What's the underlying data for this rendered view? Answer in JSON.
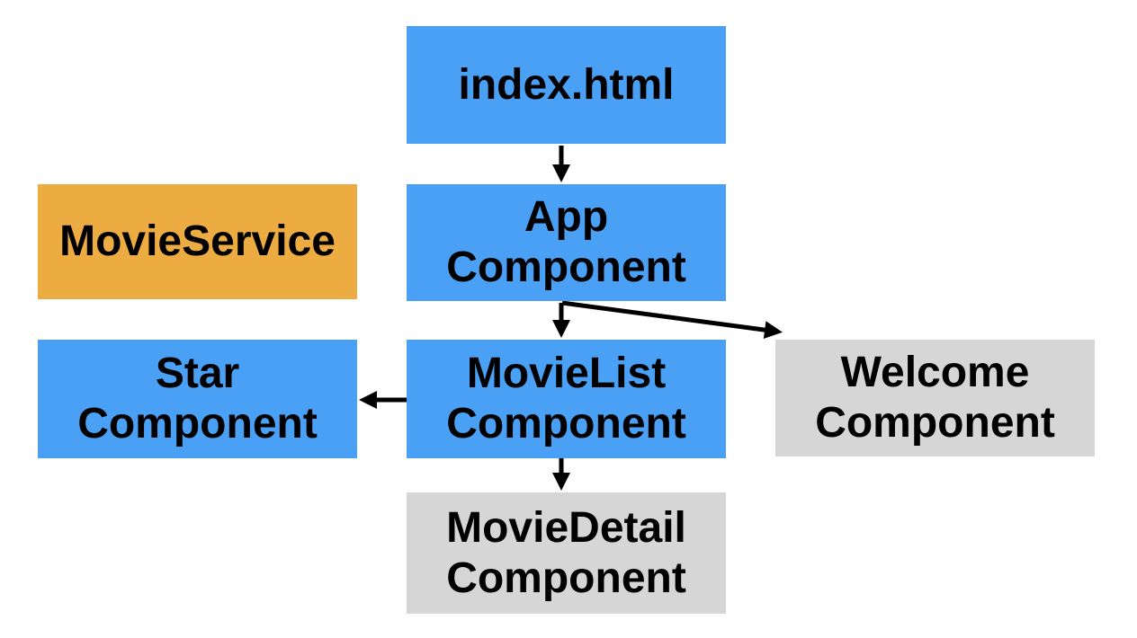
{
  "diagram": {
    "description": "Angular movie app component hierarchy diagram",
    "colors": {
      "component_blue": "#4AA0F5",
      "service_orange": "#EDAC41",
      "planned_gray": "#D6D6D6",
      "arrow_black": "#000000",
      "text_black": "#000000",
      "background_white": "#FFFFFF"
    },
    "nodes": [
      {
        "id": "index-html",
        "label": "index.html",
        "color": "#4AA0F5"
      },
      {
        "id": "movie-service",
        "label": "MovieService",
        "color": "#EDAC41"
      },
      {
        "id": "app-component",
        "label": "App\nComponent",
        "color": "#4AA0F5"
      },
      {
        "id": "star-component",
        "label": "Star\nComponent",
        "color": "#4AA0F5"
      },
      {
        "id": "movielist-component",
        "label": "MovieList\nComponent",
        "color": "#4AA0F5"
      },
      {
        "id": "welcome-component",
        "label": "Welcome\nComponent",
        "color": "#D6D6D6"
      },
      {
        "id": "moviedetail-component",
        "label": "MovieDetail\nComponent",
        "color": "#D6D6D6"
      }
    ],
    "edges": [
      {
        "from": "index-html",
        "to": "app-component"
      },
      {
        "from": "app-component",
        "to": "movielist-component"
      },
      {
        "from": "app-component",
        "to": "welcome-component"
      },
      {
        "from": "movielist-component",
        "to": "star-component"
      },
      {
        "from": "movielist-component",
        "to": "moviedetail-component"
      }
    ]
  }
}
